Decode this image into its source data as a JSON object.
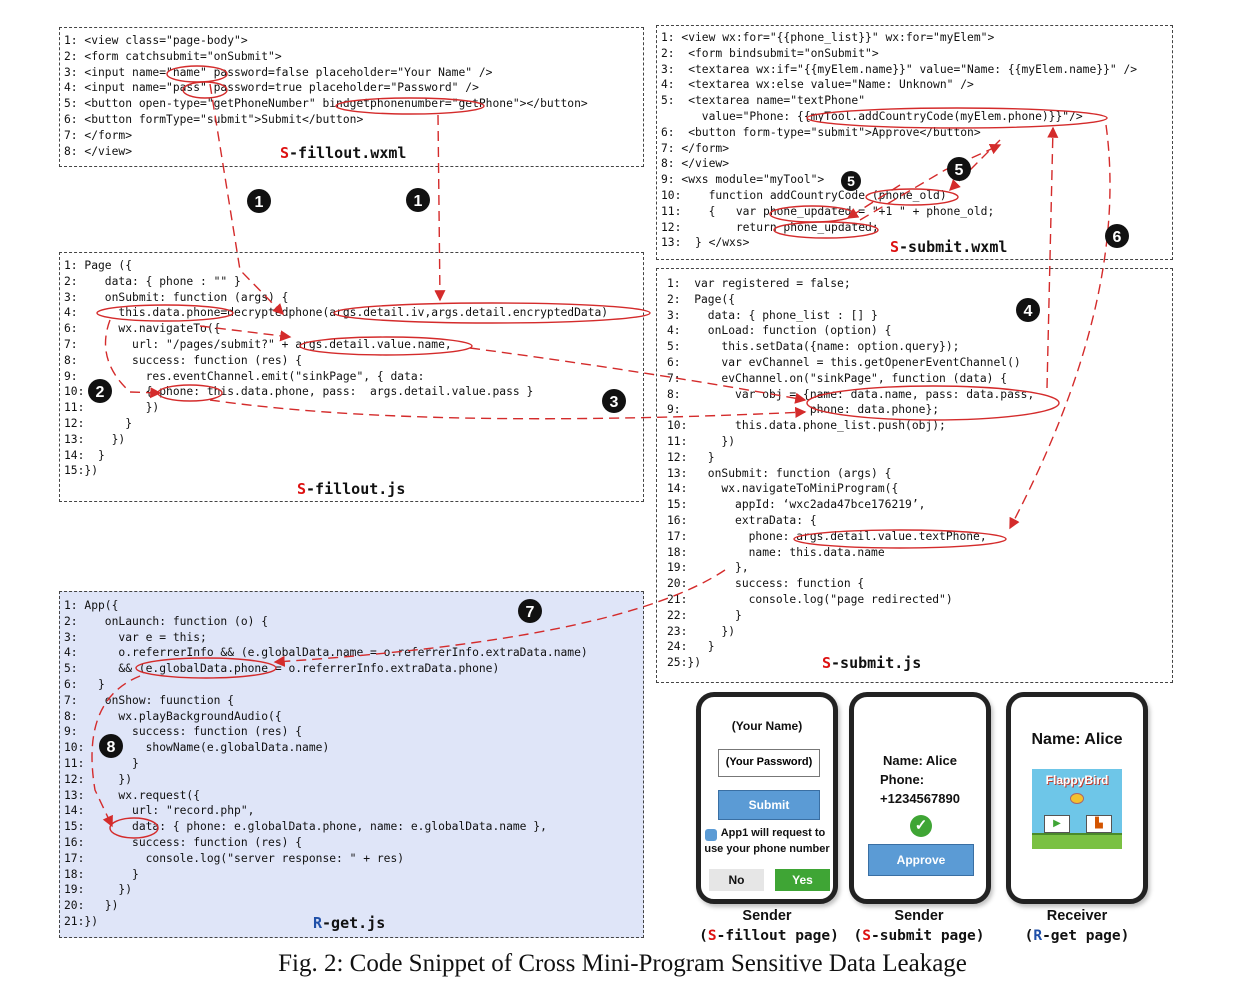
{
  "fillout_wxml": {
    "title_prefix": "S",
    "title_rest": "-fillout.wxml",
    "lines": [
      "1: <view class=\"page-body\">",
      "2: <form catchsubmit=\"onSubmit\">",
      "3: <input name=\"name\" password=false placeholder=\"Your Name\" />",
      "4: <input name=\"pass\" password=true placeholder=\"Password\" />",
      "5: <button open-type=\"getPhoneNumber\" bindgetphonenumber=\"getPhone\"></button>",
      "6: <button formType=\"submit\">Submit</button>",
      "7: </form>",
      "8: </view>"
    ]
  },
  "submit_wxml": {
    "title_prefix": "S",
    "title_rest": "-submit.wxml",
    "lines": [
      "1: <view wx:for=\"{{phone_list}}\" wx:for=\"myElem\">",
      "2:  <form bindsubmit=\"onSubmit\">",
      "3:  <textarea wx:if=\"{{myElem.name}}\" value=\"Name: {{myElem.name}}\" />",
      "4:  <textarea wx:else value=\"Name: Unknown\" />",
      "5:  <textarea name=\"textPhone\"",
      "      value=\"Phone: {{myTool.addCountryCode(myElem.phone)}}\"/>",
      "6:  <button form-type=\"submit\">Approve</button>",
      "7: </form>",
      "8: </view>",
      "9: <wxs module=\"myTool\">",
      "10:    function addCountryCode (phone_old)",
      "11:    {   var phone_updated = \"+1 \" + phone_old;",
      "12:        return phone_updated;",
      "13:  } </wxs>"
    ]
  },
  "fillout_js": {
    "title_prefix": "S",
    "title_rest": "-fillout.js",
    "lines": [
      "1: Page ({",
      "2:    data: { phone : \"\" }",
      "3:    onSubmit: function (args) {",
      "4:      this.data.phone=decryptedphone(args.detail.iv,args.detail.encryptedData)",
      "6:      wx.navigateTo({",
      "7:        url: \"/pages/submit?\" + args.detail.value.name,",
      "8:        success: function (res) {",
      "9:          res.eventChannel.emit(\"sinkPage\", { data:",
      "10:         { phone: this.data.phone, pass:  args.detail.value.pass }",
      "11:         })",
      "12:      }",
      "13:    })",
      "14:  }",
      "15:})"
    ]
  },
  "submit_js": {
    "title_prefix": "S",
    "title_rest": "-submit.js",
    "lines": [
      "1:  var registered = false;",
      "2:  Page({",
      "3:    data: { phone_list : [] }",
      "4:    onLoad: function (option) {",
      "5:      this.setData({name: option.query});",
      "6:      var evChannel = this.getOpenerEventChannel()",
      "7:      evChannel.on(\"sinkPage\", function (data) {",
      "8:        var obj = {name: data.name, pass: data.pass,",
      "9:                   phone: data.phone};",
      "10:       this.data.phone_list.push(obj);",
      "11:     })",
      "12:   }",
      "13:   onSubmit: function (args) {",
      "14:     wx.navigateToMiniProgram({",
      "15:       appId: ‘wxc2ada47bce176219’,",
      "16:       extraData: {",
      "17:         phone: args.detail.value.textPhone,",
      "18:         name: this.data.name",
      "19:       },",
      "20:       success: function {",
      "21:         console.log(\"page redirected\")",
      "22:       }",
      "23:     })",
      "24:   }",
      "25:})"
    ]
  },
  "get_js": {
    "title_prefix": "R",
    "title_rest": "-get.js",
    "lines": [
      "1: App({",
      "2:    onLaunch: function (o) {",
      "3:      var e = this;",
      "4:      o.referrerInfo && (e.globalData.name = o.referrerInfo.extraData.name)",
      "5:      && (e.globalData.phone = o.referrerInfo.extraData.phone)",
      "6:   }",
      "7:    onShow: fuunction {",
      "8:      wx.playBackgroundAudio({",
      "9:        success: function (res) {",
      "10:         showName(e.globalData.name)",
      "11:       }",
      "12:     })",
      "13:     wx.request({",
      "14:       url: \"record.php\",",
      "15:       data: { phone: e.globalData.phone, name: e.globalData.name },",
      "16:       success: function (res) {",
      "17:         console.log(\"server response: \" + res)",
      "18:       }",
      "19:     })",
      "20:   })",
      "21:})"
    ]
  },
  "markers": [
    "1",
    "1",
    "2",
    "3",
    "4",
    "5",
    "5",
    "6",
    "7",
    "8"
  ],
  "phones": {
    "sender1": {
      "name_field": "(Your Name)",
      "password_field": "(Your Password)",
      "submit_button": "Submit",
      "permission_line1": "App1 will request to",
      "permission_line2": "use your phone number",
      "no_button": "No",
      "yes_button": "Yes",
      "caption_role": "Sender",
      "caption_open": "(",
      "caption_prefix": "S",
      "caption_rest": "-fillout page)"
    },
    "sender2": {
      "name_line": "Name: Alice",
      "phone_label": "Phone:",
      "phone_value": "+1234567890",
      "approve_button": "Approve",
      "caption_role": "Sender",
      "caption_open": "(",
      "caption_prefix": "S",
      "caption_rest": "-submit page)"
    },
    "receiver": {
      "name_line": "Name: Alice",
      "game_title": "FlappyBird",
      "caption_role": "Receiver",
      "caption_open": "(",
      "caption_prefix": "R",
      "caption_rest": "-get page)"
    }
  },
  "colors": {
    "arrow": "#d42b2b",
    "line_number": "#1f4fa8",
    "keyword": "#7a2d8a",
    "callback": "#d17a1a",
    "receiver_bg": "#dfe5f8",
    "button": "#5b9bd5",
    "yes_button": "#3fa535"
  },
  "caption": "Fig. 2: Code Snippet of Cross Mini-Program Sensitive Data Leakage"
}
